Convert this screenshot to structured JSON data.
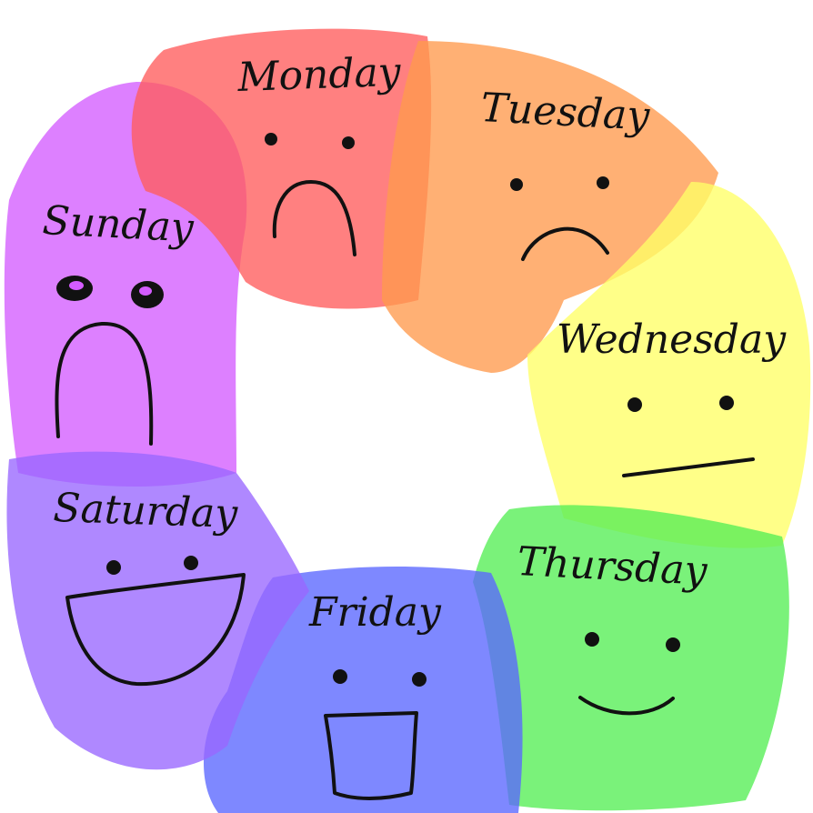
{
  "days": [
    {
      "key": "monday",
      "label": "Monday",
      "color": "#ff5c5c",
      "mood": "frown-deep"
    },
    {
      "key": "tuesday",
      "label": "Tuesday",
      "color": "#ff9a4d",
      "mood": "frown"
    },
    {
      "key": "wednesday",
      "label": "Wednesday",
      "color": "#ffff66",
      "mood": "neutral"
    },
    {
      "key": "thursday",
      "label": "Thursday",
      "color": "#55ee55",
      "mood": "smile"
    },
    {
      "key": "friday",
      "label": "Friday",
      "color": "#5a66ff",
      "mood": "open-smile"
    },
    {
      "key": "saturday",
      "label": "Saturday",
      "color": "#9966ff",
      "mood": "big-smile"
    },
    {
      "key": "sunday",
      "label": "Sunday",
      "color": "#d45cff",
      "mood": "crying"
    }
  ],
  "background": "#ffffff"
}
